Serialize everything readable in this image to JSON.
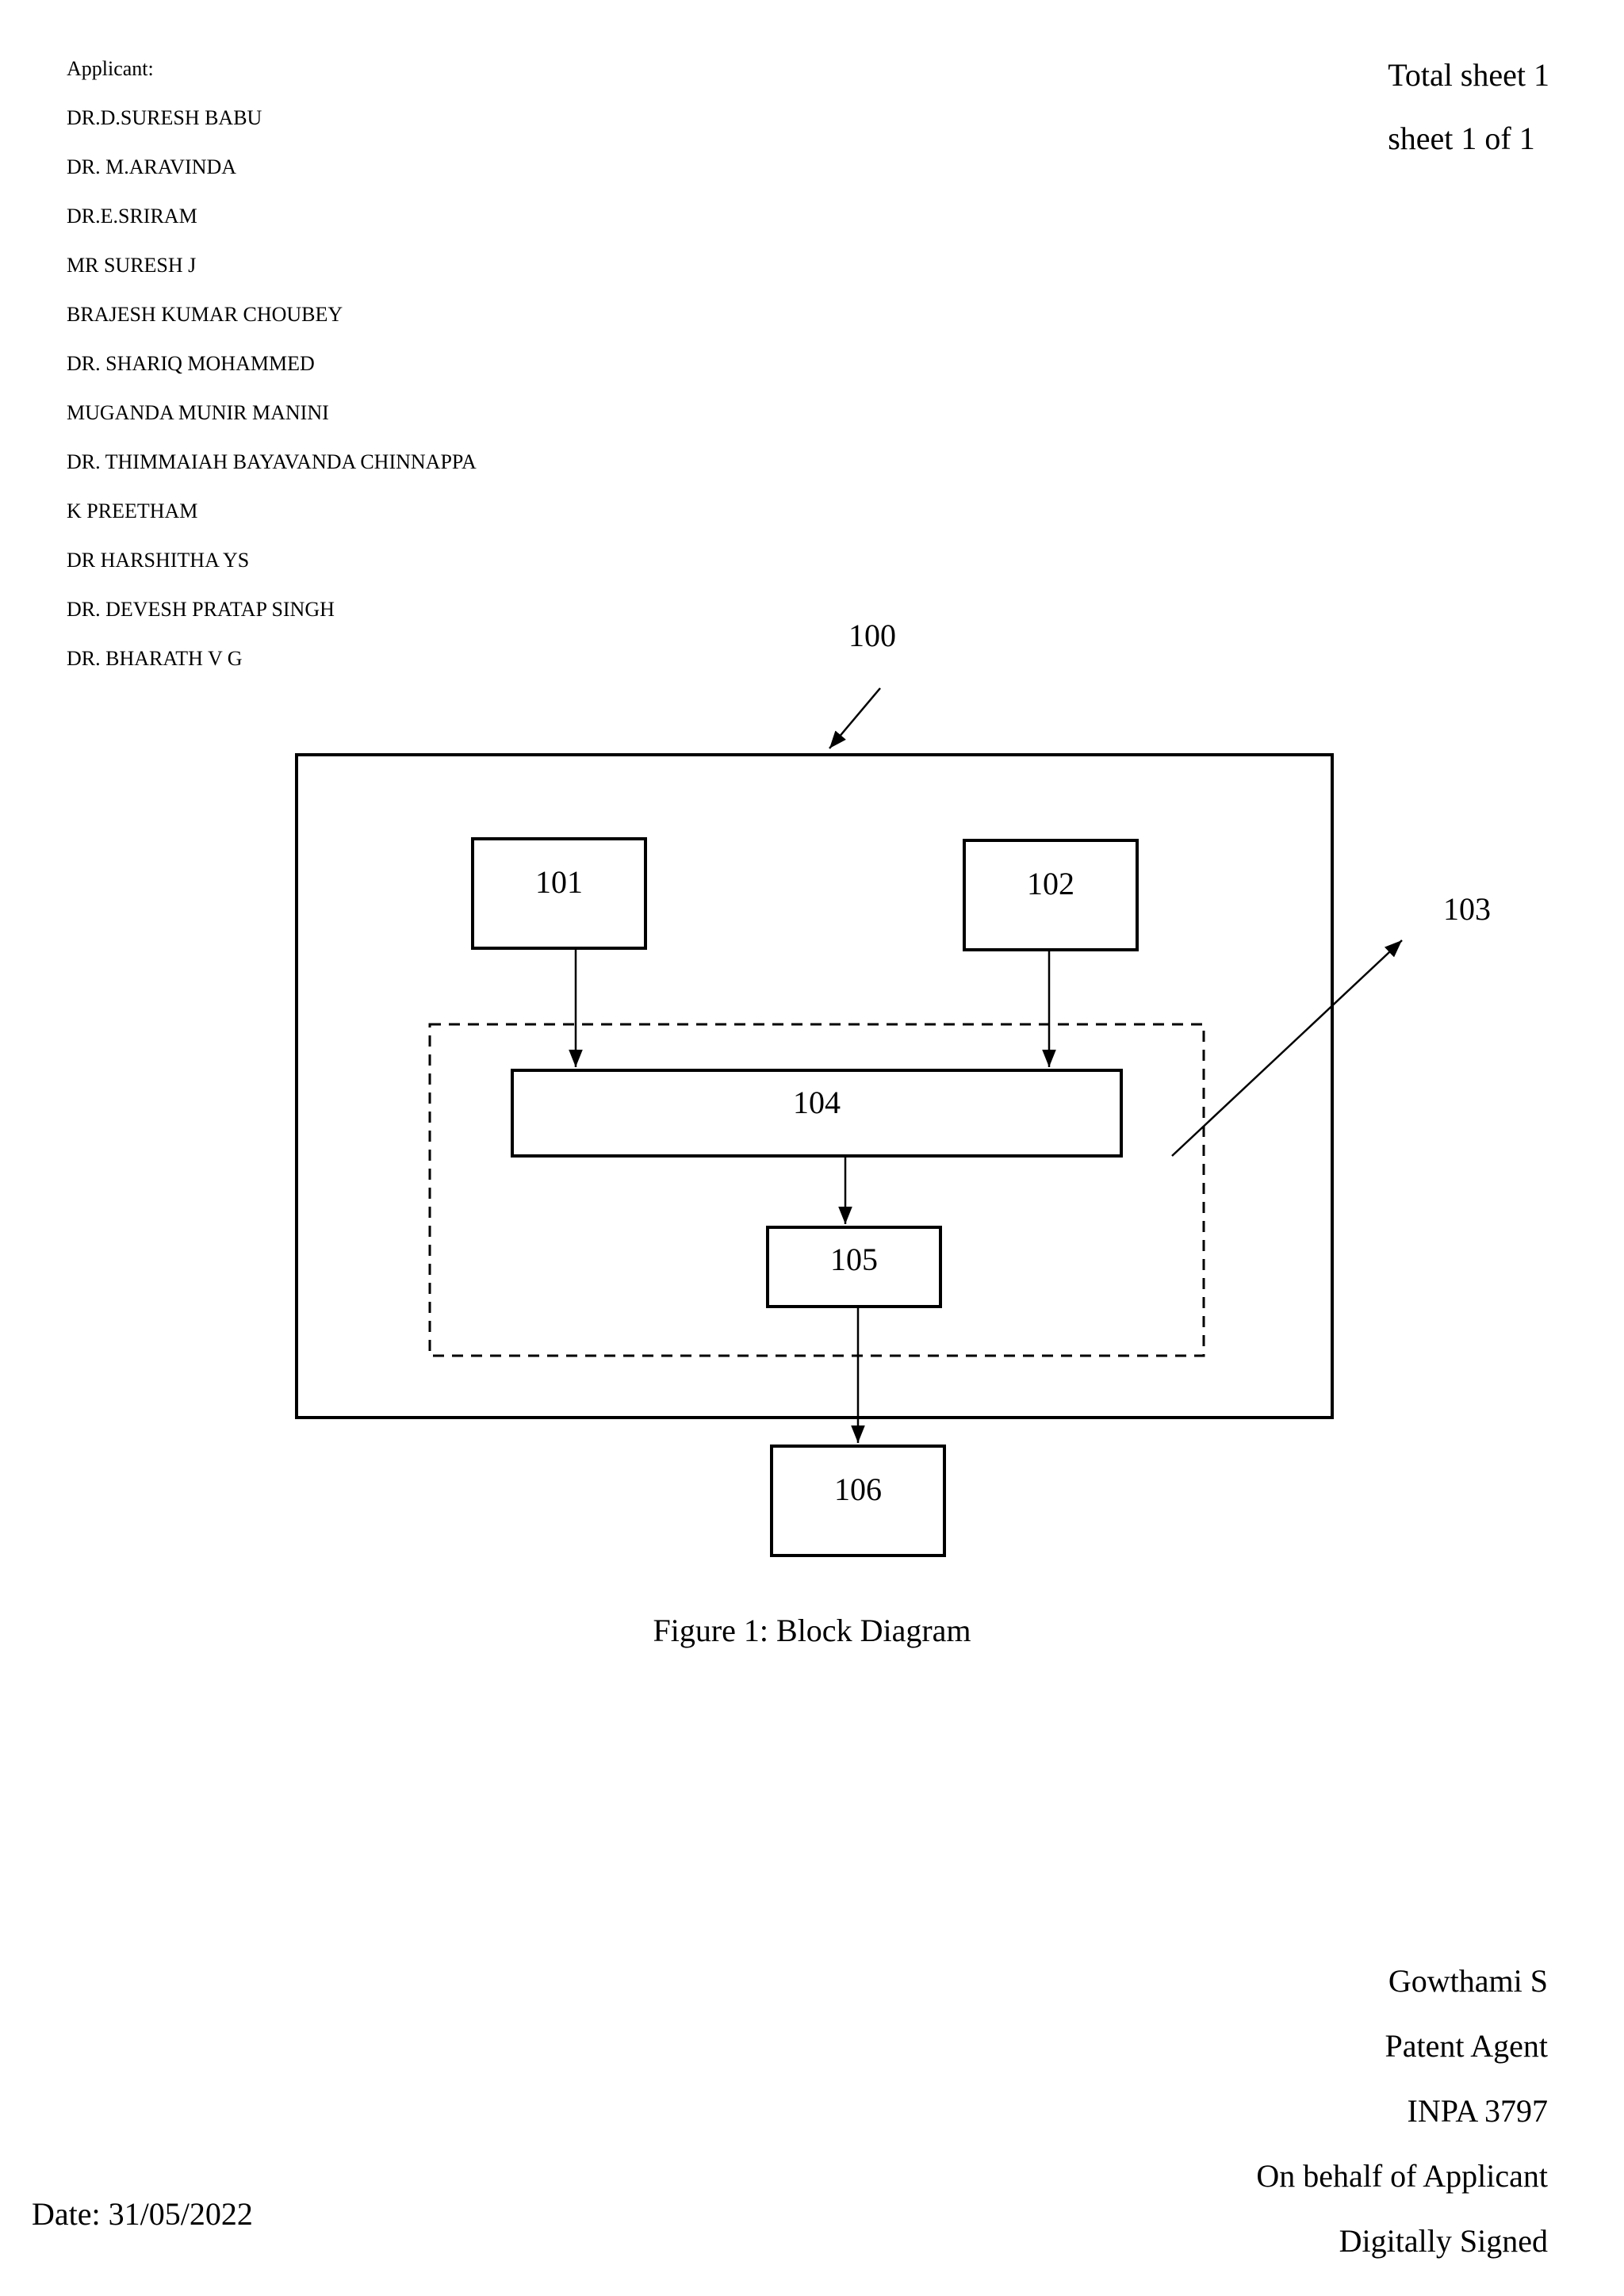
{
  "applicant": {
    "title": "Applicant:",
    "names": [
      "DR.D.SURESH BABU",
      "DR. M.ARAVINDA",
      "DR.E.SRIRAM",
      "MR SURESH J",
      "BRAJESH KUMAR CHOUBEY",
      "DR. SHARIQ MOHAMMED",
      "MUGANDA MUNIR MANINI",
      "DR. THIMMAIAH BAYAVANDA CHINNAPPA",
      "K PREETHAM",
      "DR HARSHITHA YS",
      "DR. DEVESH PRATAP SINGH",
      "DR. BHARATH V G"
    ]
  },
  "sheet": {
    "total": "Total sheet 1",
    "current": "sheet 1 of 1"
  },
  "diagram": {
    "ref_100": "100",
    "ref_103": "103",
    "blocks": {
      "b101": "101",
      "b102": "102",
      "b104": "104",
      "b105": "105",
      "b106": "106"
    },
    "caption": "Figure 1: Block Diagram"
  },
  "signature": {
    "lines": [
      "Gowthami S",
      "Patent Agent",
      "INPA 3797",
      "On behalf of Applicant",
      "Digitally Signed"
    ]
  },
  "date": "Date: 31/05/2022"
}
